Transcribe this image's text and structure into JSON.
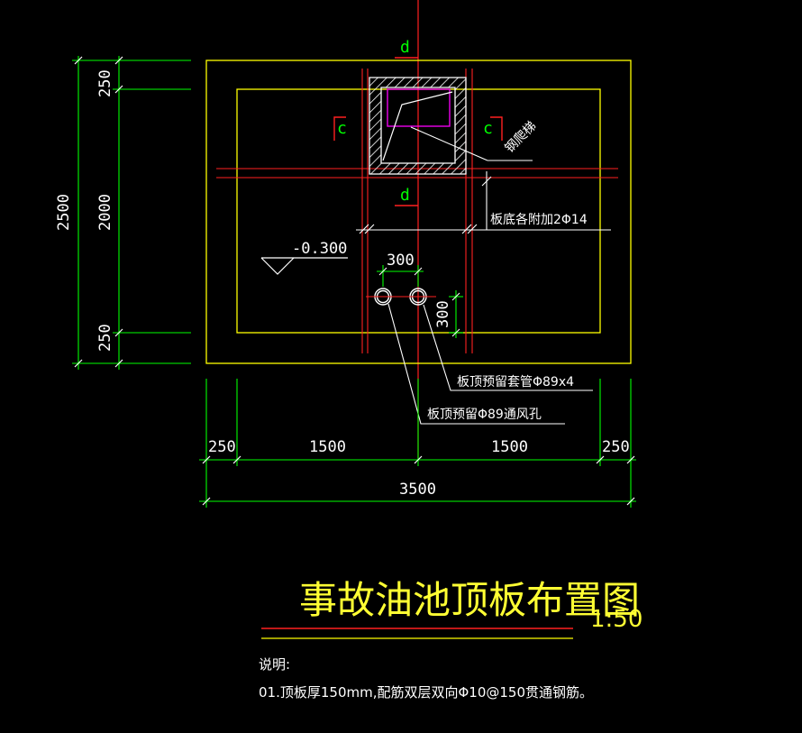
{
  "colors": {
    "background": "#000000",
    "outline": "#ffff00",
    "dimension": "#00ff00",
    "rebar": "#ff2020",
    "text": "#ffffff",
    "title": "#ffff33",
    "ladder": "#ff00ff"
  },
  "dimensions": {
    "left_total": "2500",
    "left_mid": "2000",
    "left_top": "250",
    "left_bottom": "250",
    "bottom_seg1": "250",
    "bottom_seg2": "1500",
    "bottom_seg3": "1500",
    "bottom_seg4": "250",
    "bottom_total": "3500",
    "hole_spacing": "300",
    "hole_offset": "300"
  },
  "section_marks": {
    "d_top": "d",
    "d_bottom": "d",
    "c_left": "c",
    "c_right": "c"
  },
  "labels": {
    "ladder": "钢爬梯",
    "extra_rebar": "板底各附加2Φ14",
    "elevation": "-0.300",
    "sleeve": "板顶预留套管Φ89x4",
    "vent": "板顶预留Φ89通风孔"
  },
  "title": {
    "text": "事故油池顶板布置图",
    "scale": "1:50"
  },
  "notes": {
    "heading": "说明:",
    "line1": "01.顶板厚150mm,配筋双层双向Φ10@150贯通钢筋。"
  }
}
